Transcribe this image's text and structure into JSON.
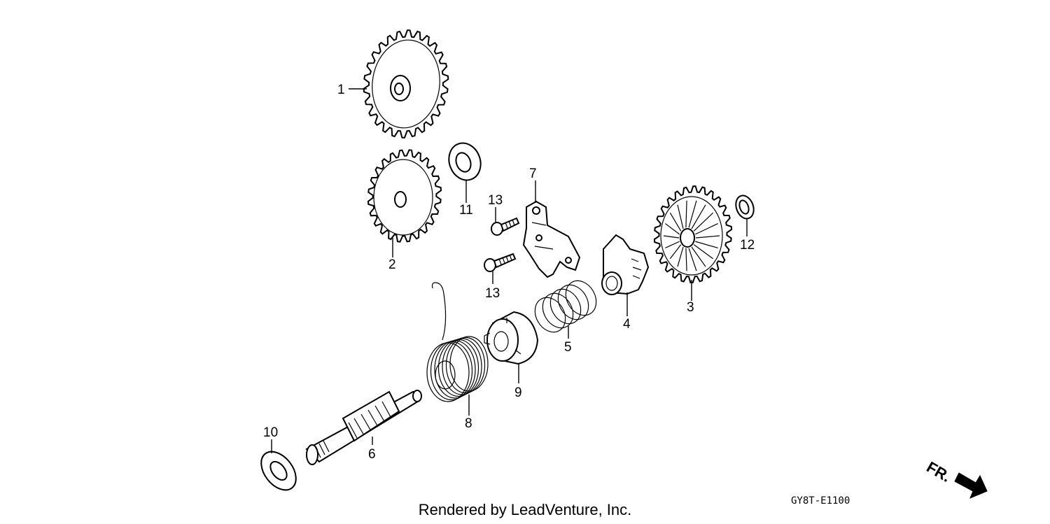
{
  "callouts": {
    "p1": "1",
    "p2": "2",
    "p3": "3",
    "p4": "4",
    "p5": "5",
    "p6": "6",
    "p7": "7",
    "p8": "8",
    "p9": "9",
    "p10": "10",
    "p11": "11",
    "p12": "12",
    "p13a": "13",
    "p13b": "13"
  },
  "diagram_code": "GY8T-E1100",
  "direction_label": "FR.",
  "footer_text": "Rendered by LeadVenture, Inc."
}
